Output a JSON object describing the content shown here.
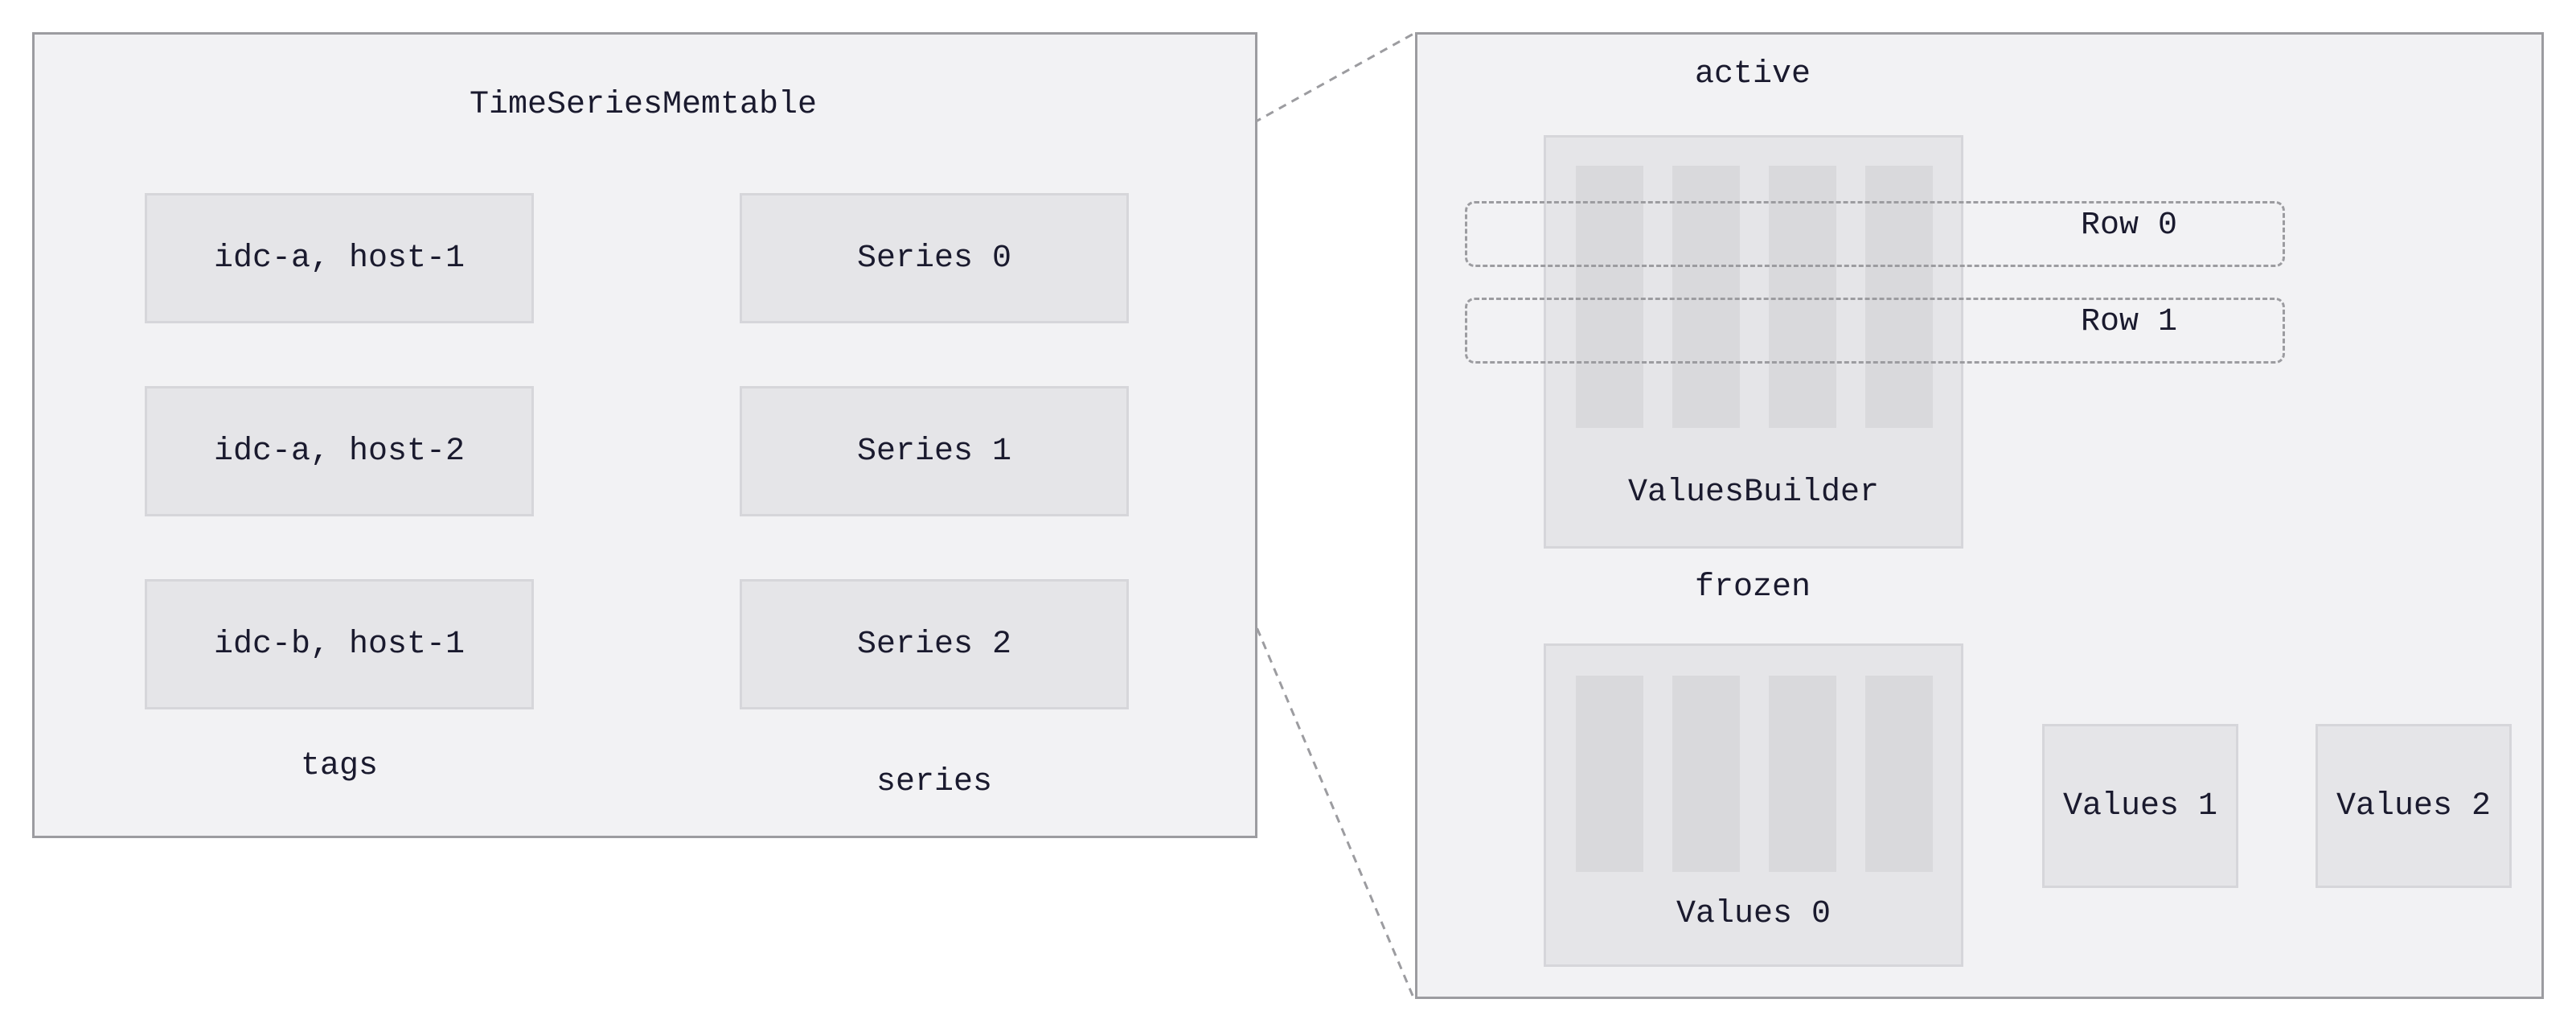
{
  "left_panel": {
    "title": "TimeSeriesMemtable",
    "tag_rows": [
      {
        "tags": "idc-a, host-1",
        "series": "Series 0"
      },
      {
        "tags": "idc-a, host-2",
        "series": "Series 1"
      },
      {
        "tags": "idc-b, host-1",
        "series": "Series 2"
      }
    ],
    "tags_caption": "tags",
    "series_caption": "series"
  },
  "right_panel": {
    "active_label": "active",
    "active_builder": "ValuesBuilder",
    "rows": [
      "Row 0",
      "Row 1"
    ],
    "frozen_label": "frozen",
    "frozen_values": [
      "Values 0",
      "Values 1",
      "Values 2"
    ]
  },
  "colors": {
    "panel_bg": "#f2f2f4",
    "box_bg": "#e5e5e8",
    "border": "#9c9ca0",
    "arrow": "#999999"
  }
}
